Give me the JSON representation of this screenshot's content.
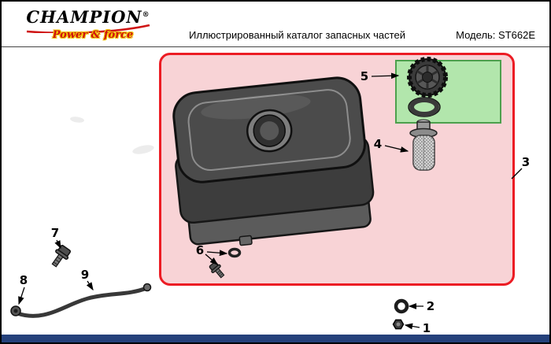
{
  "header": {
    "brand": "CHAMPION",
    "registered": "®",
    "tagline": "Power & force",
    "title": "Иллюстрированный каталог запасных частей",
    "model": "Модель: ST662E"
  },
  "callouts": [
    {
      "id": "1",
      "label": "1"
    },
    {
      "id": "2",
      "label": "2"
    },
    {
      "id": "3",
      "label": "3"
    },
    {
      "id": "4",
      "label": "4"
    },
    {
      "id": "5",
      "label": "5"
    },
    {
      "id": "6",
      "label": "6"
    },
    {
      "id": "7",
      "label": "7"
    },
    {
      "id": "8",
      "label": "8"
    },
    {
      "id": "9",
      "label": "9"
    }
  ],
  "colors": {
    "group_box_fill": "#f8d3d6",
    "group_box_border": "#ec1c24",
    "sub_box_fill": "#b2e6ac",
    "sub_box_border": "#4da04d",
    "footer_bar": "#25417b",
    "brand_red": "#cf0f0f",
    "tagline_outline_yellow": "#f2c500"
  }
}
